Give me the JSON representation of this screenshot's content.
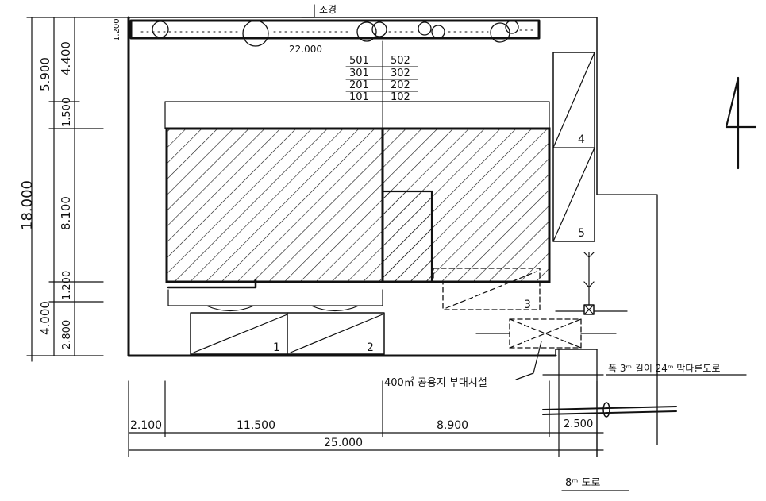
{
  "dimensions": {
    "total_depth": "18.000",
    "depth_top_block": "5.900",
    "depth_top_sub": "4.400",
    "depth_small_1": "1.500",
    "depth_main": "8.100",
    "depth_bottom_block": "4.000",
    "depth_small_2": "1.200",
    "depth_bottom_sub": "2.800",
    "top_strip": "1.200",
    "top_width": "22.000",
    "bottom_left": "2.100",
    "bottom_mid": "11.500",
    "bottom_right": "8.900",
    "bottom_edge": "2.500",
    "total_width": "25.000"
  },
  "units": [
    [
      "501",
      "502"
    ],
    [
      "301",
      "302"
    ],
    [
      "201",
      "202"
    ],
    [
      "101",
      "102"
    ]
  ],
  "parking_numbers": [
    "1",
    "2",
    "3",
    "4",
    "5"
  ],
  "labels": {
    "landscape": "조경",
    "ground_parking_note": "400㎡ 공용지 부대시설",
    "road_east": "폭 3ᵐ 길이 24ᵐ 막다른도로",
    "road_south": "8ᵐ 도로"
  },
  "north_symbol": "north-arrow",
  "colors": {
    "ink": "#111111",
    "paper": "#ffffff"
  }
}
